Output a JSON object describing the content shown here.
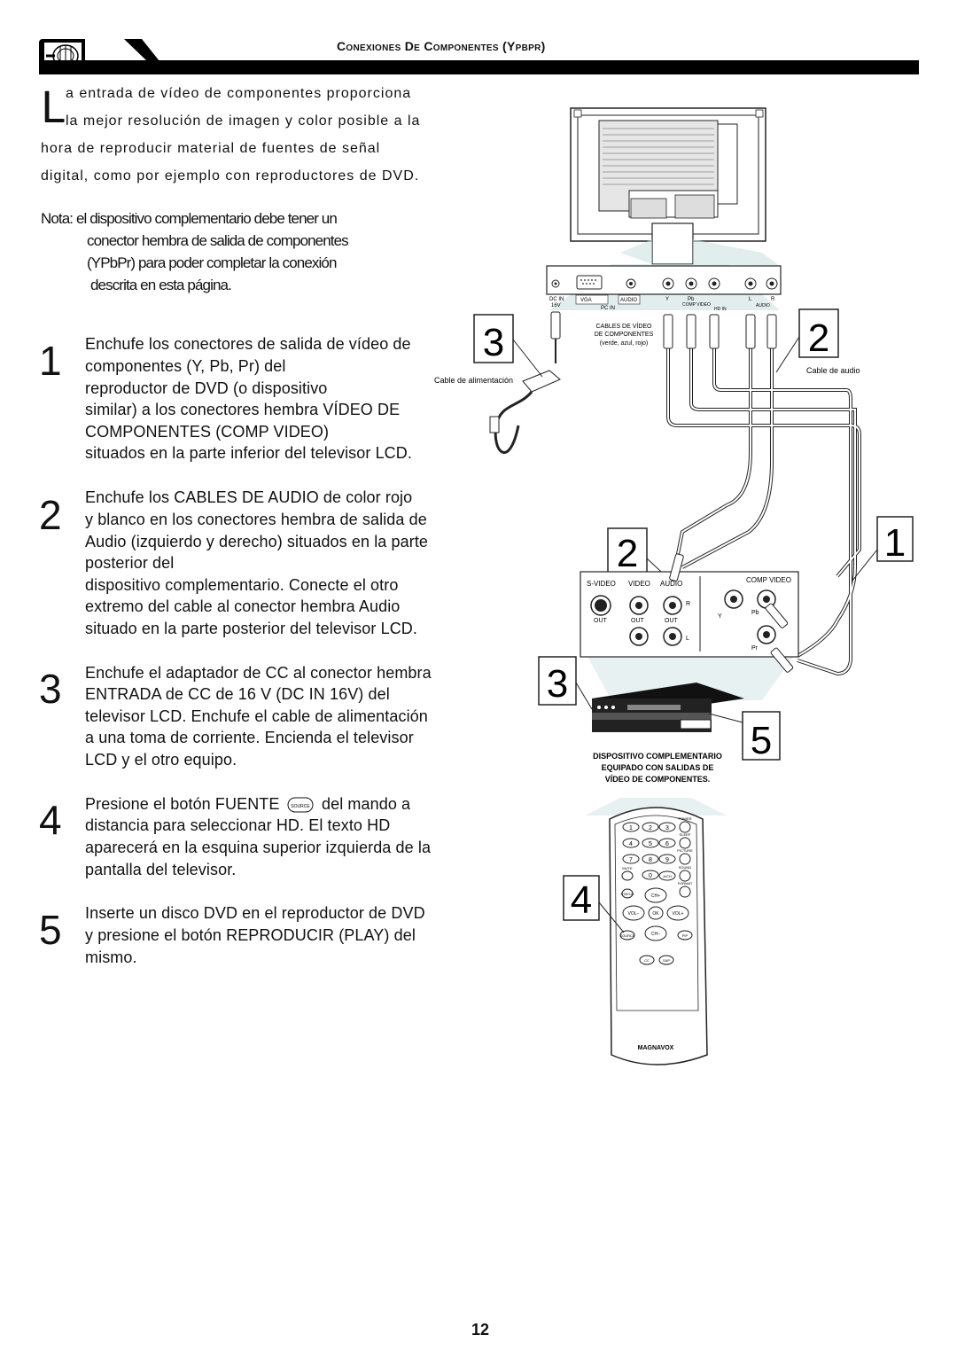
{
  "header": {
    "title": "Conexiones De Componentes (Ypbpr)"
  },
  "intro": {
    "dropcap": "L",
    "lines": [
      "a entrada de vídeo de componentes proporciona",
      "la mejor resolución de imagen y color posible a la",
      "hora de reproducir material de fuentes de señal",
      "digital, como por ejemplo con reproductores de DVD."
    ]
  },
  "note": {
    "lines": [
      "Nota:  el dispositivo complementario debe tener un",
      "conector hembra de salida de componentes",
      "(YPbPr) para poder completar la conexión",
      "descrita en esta página."
    ]
  },
  "steps": [
    {
      "number": "1",
      "lines": [
        "Enchufe los conectores de salida de vídeo de",
        "componentes (Y, Pb, Pr) del",
        "reproductor de DVD (o dispositivo",
        "similar) a los conectores hembra VÍDEO DE",
        "COMPONENTES (COMP VIDEO)",
        "situados en la parte inferior del televisor LCD."
      ]
    },
    {
      "number": "2",
      "lines": [
        "Enchufe los CABLES DE AUDIO de color rojo",
        "y blanco en los conectores hembra de salida de",
        "Audio (izquierdo y derecho) situados en la parte",
        "posterior del",
        "dispositivo complementario. Conecte el otro",
        "extremo del cable al conector hembra Audio",
        "situado en la parte posterior del televisor LCD."
      ]
    },
    {
      "number": "3",
      "lines": [
        "Enchufe el adaptador de CC al conector hembra",
        "ENTRADA de CC de 16 V (DC IN 16V) del",
        "televisor LCD. Enchufe el cable de alimentación",
        "a una toma de corriente. Encienda el televisor",
        "LCD y el otro equipo."
      ]
    },
    {
      "number": "4",
      "lines": [
        "Presione el botón FUENTE",
        "del mando a",
        "distancia para seleccionar HD. El texto HD",
        "aparecerá en la esquina superior izquierda de la",
        "pantalla del televisor."
      ],
      "button_label": "SOURCE"
    },
    {
      "number": "5",
      "lines": [
        "Inserte un disco DVD en el reproductor de DVD",
        "y presione el botón REPRODUCIR (PLAY) del",
        "mismo."
      ]
    }
  ],
  "diagram": {
    "tv_panel_labels": {
      "dc_in": "DC IN",
      "dc_16v": "16V",
      "vga": "VGA",
      "audio": "AUDIO",
      "pc_in": "PC  IN",
      "y": "Y",
      "pb": "Pb",
      "comp_video": "COMP VIDEO",
      "hd_in": "HD IN",
      "l": "L",
      "r": "R",
      "audio2": "AUDIO"
    },
    "cables_label": [
      "CABLES DE VÍDEO",
      "DE COMPONENTES",
      "(verde, azul, rojo)"
    ],
    "power_cable_label": "Cable de alimentación",
    "audio_cable_label": "Cable de audio",
    "callouts": [
      "3",
      "2",
      "2",
      "1",
      "3",
      "5",
      "4"
    ],
    "device_labels": {
      "svideo": "S-VIDEO",
      "video": "VIDEO",
      "audio": "AUDIO",
      "comp_video": "COMP VIDEO",
      "out1": "OUT",
      "out2": "OUT",
      "out3": "OUT",
      "r": "R",
      "l": "L",
      "y": "Y",
      "pb": "Pb",
      "pr": "Pr"
    },
    "device_caption": [
      "DISPOSITIVO COMPLEMENTARIO",
      "EQUIPADO CON SALIDAS DE",
      "VÍDEO DE COMPONENTES."
    ],
    "remote": {
      "brand": "MAGNAVOX",
      "keys": [
        "1",
        "2",
        "3",
        "4",
        "5",
        "6",
        "7",
        "8",
        "9",
        "0"
      ],
      "labels": {
        "power": "POWER",
        "sleep": "SLEEP",
        "picture": "PICTURE",
        "mute": "MUTE",
        "sound": "SOUND",
        "format": "FORMAT",
        "ch_up": "CH+",
        "ch_down": "CH−",
        "vol_down": "VOL−",
        "vol_up": "VOL+",
        "ok": "OK",
        "menu": "MENU",
        "source": "SOURCE",
        "pip": "PIP",
        "cc": "CC",
        "sap": "SAP",
        "a_ch": "A/CH",
        "status": "STATUS"
      }
    }
  },
  "page_number": "12"
}
